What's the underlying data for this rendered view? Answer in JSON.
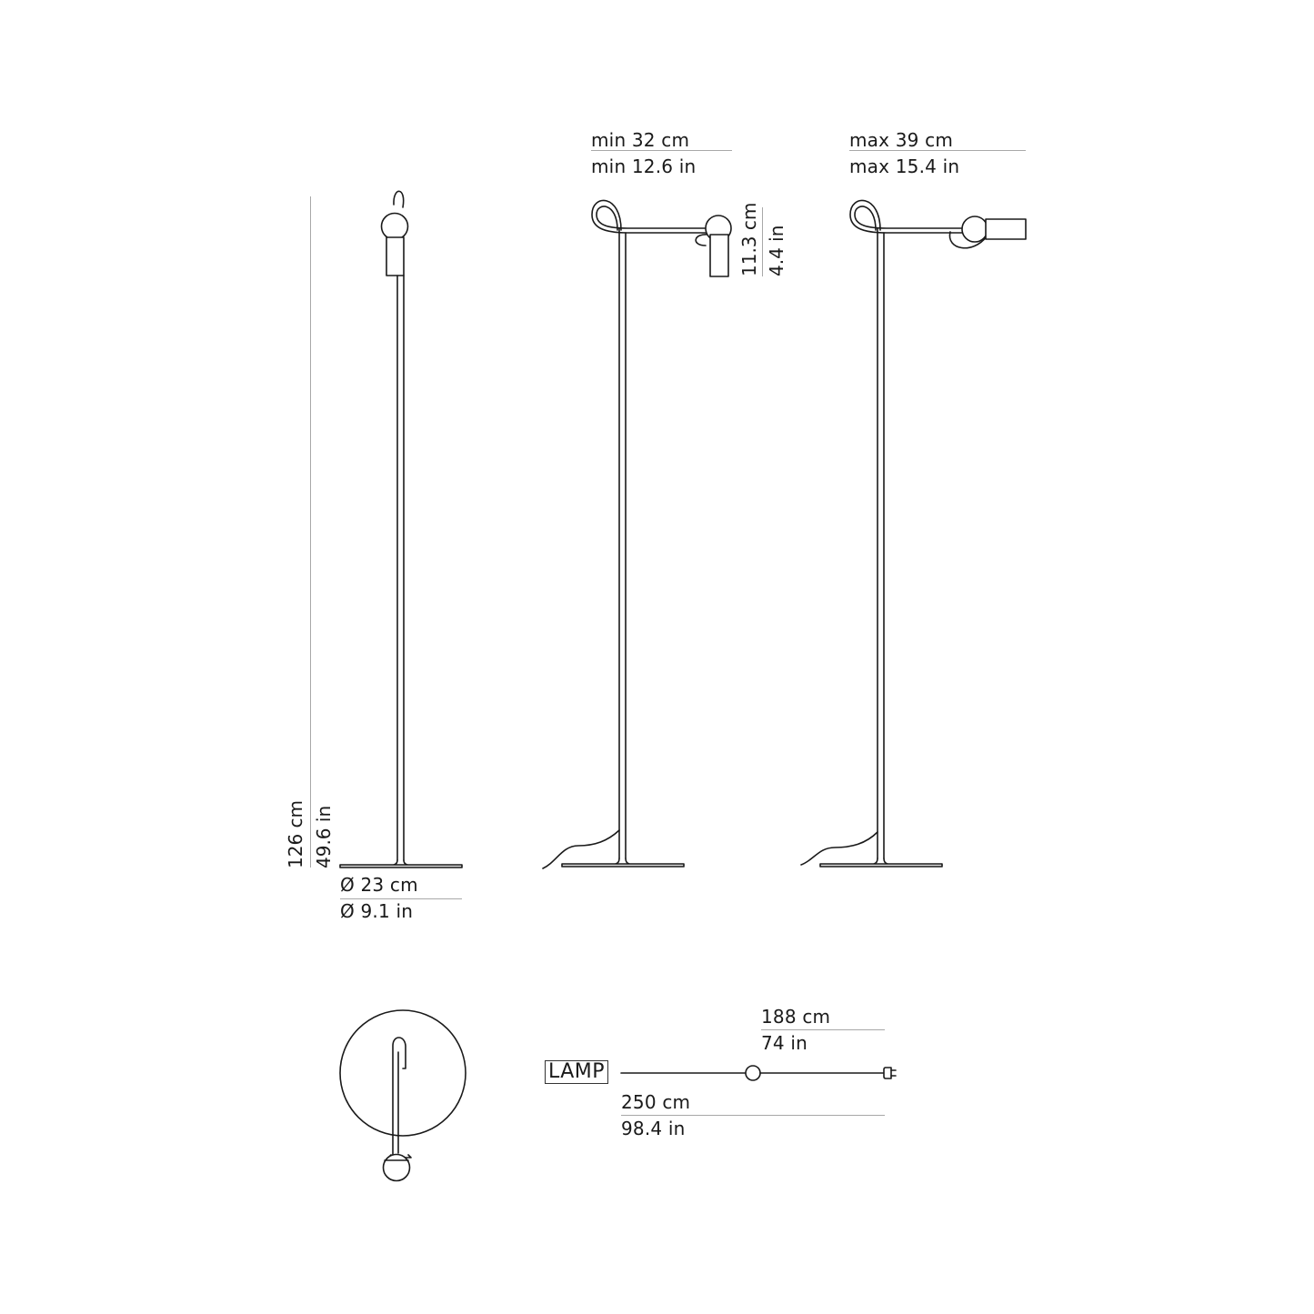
{
  "diagram": {
    "type": "technical-dimension-drawing",
    "subject": "floor lamp",
    "colors": {
      "line": "#1a1a1a",
      "dimension_rule": "#a8a8a8",
      "background": "#ffffff"
    }
  },
  "front_view": {
    "height": {
      "cm": "126 cm",
      "in": "49.6 in"
    },
    "base_diameter": {
      "cm": "Ø 23 cm",
      "in": "Ø 9.1 in"
    }
  },
  "side_view_min": {
    "reach": {
      "cm": "min 32 cm",
      "in": "min 12.6 in"
    },
    "head_height": {
      "cm": "11.3 cm",
      "in": "4.4 in"
    }
  },
  "side_view_max": {
    "reach": {
      "cm": "max 39 cm",
      "in": "max 15.4 in"
    }
  },
  "top_view": {},
  "cable": {
    "lamp_label": "LAMP",
    "switch_distance": {
      "cm": "188 cm",
      "in": "74 in"
    },
    "total_length": {
      "cm": "250 cm",
      "in": "98.4 in"
    },
    "icons": [
      "inline-switch-icon",
      "plug-icon"
    ]
  }
}
